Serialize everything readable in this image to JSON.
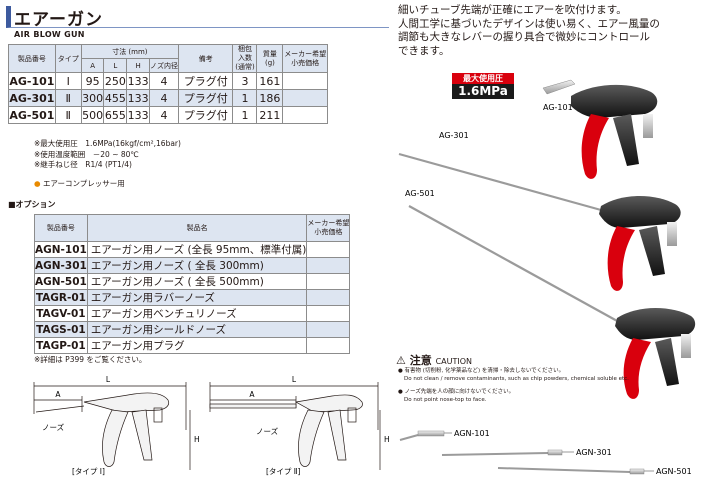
{
  "header": {
    "title": "エアーガン",
    "subtitle": "AIR BLOW GUN"
  },
  "spec_table": {
    "headers": {
      "model": "製品番号",
      "type": "タイプ",
      "dims": "寸法 (mm)",
      "dim_a": "A",
      "dim_l": "L",
      "dim_h": "H",
      "dim_nozzle": "ノズ内径",
      "remarks": "備考",
      "pack_l1": "梱包",
      "pack_l2": "入数",
      "pack_l3": "(通常)",
      "weight_l1": "質量",
      "weight_l2": "(g)",
      "price_l1": "メーカー希望",
      "price_l2": "小売価格"
    },
    "rows": [
      {
        "model": "AG-101",
        "type": "Ⅰ",
        "a": "95",
        "l": "250",
        "h": "133",
        "nozzle": "4",
        "remarks": "プラグ付",
        "pack": "3",
        "weight": "161",
        "price": ""
      },
      {
        "model": "AG-301",
        "type": "Ⅱ",
        "a": "300",
        "l": "455",
        "h": "133",
        "nozzle": "4",
        "remarks": "プラグ付",
        "pack": "1",
        "weight": "186",
        "price": ""
      },
      {
        "model": "AG-501",
        "type": "Ⅱ",
        "a": "500",
        "l": "655",
        "h": "133",
        "nozzle": "4",
        "remarks": "プラグ付",
        "pack": "1",
        "weight": "211",
        "price": ""
      }
    ]
  },
  "notes": [
    "※最大使用圧　1.6MPa(16kgf/cm²,16bar)",
    "※使用温度範囲　－20 ~ 80℃",
    "※継手ねじ径　R1/4 (PT1/4)"
  ],
  "note_tag": {
    "bullet": "●",
    "text": "エアーコンプレッサー用"
  },
  "options": {
    "heading": "■オプション",
    "headers": {
      "model": "製品番号",
      "name": "製品名",
      "price_l1": "メーカー希望",
      "price_l2": "小売価格"
    },
    "rows": [
      {
        "model": "AGN-101",
        "name": "エアーガン用ノーズ (全長 95mm、標準付属)"
      },
      {
        "model": "AGN-301",
        "name": "エアーガン用ノーズ ( 全長 300mm)"
      },
      {
        "model": "AGN-501",
        "name": "エアーガン用ノーズ ( 全長 500mm)"
      },
      {
        "model": "TAGR-01",
        "name": "エアーガン用ラバーノーズ"
      },
      {
        "model": "TAGV-01",
        "name": "エアーガン用ベンチュリノーズ"
      },
      {
        "model": "TAGS-01",
        "name": "エアーガン用シールドノーズ"
      },
      {
        "model": "TAGP-01",
        "name": "エアーガン用プラグ"
      }
    ],
    "footnote": "※詳細は P399 をご覧ください。"
  },
  "intro": {
    "lines": [
      "細いチューブ先端が正確にエアーを吹付けます。",
      "人間工学に基づいたデザインは使い易く、エアー風量の",
      "調節も大きなレバーの握り具合で微妙にコントロール",
      "できます。"
    ]
  },
  "pressure": {
    "label": "最大使用圧",
    "value": "1.6MPa"
  },
  "gun_labels": {
    "ag101": "AG-101",
    "ag301": "AG-301",
    "ag501": "AG-501"
  },
  "caution": {
    "title": "注意",
    "title_en": "CAUTION",
    "lines": [
      "● 有害物 (切削粉, 化学薬品など) を清掃・除去しないでください。",
      "Do not clean / remove contaminants, such as chip powders, chemical soluble etc.",
      "● ノーズ先端を人の顔に向けないでください。",
      "Do not point nose-top to face."
    ]
  },
  "diagrams": {
    "type1": {
      "caption": "[タイプ Ⅰ]",
      "l": "L",
      "a": "A",
      "h": "H",
      "nozzle": "ノーズ"
    },
    "type2": {
      "caption": "[タイプ Ⅱ]",
      "l": "L",
      "a": "A",
      "h": "H",
      "nozzle": "ノーズ"
    }
  },
  "nozzles": {
    "n101": "AGN-101",
    "n301": "AGN-301",
    "n501": "AGN-501"
  },
  "colors": {
    "accent": "#3d5a9e",
    "table_header": "#dde5f1",
    "grip_red": "#d9000d",
    "pressure_bg": "#1a1a1a"
  }
}
